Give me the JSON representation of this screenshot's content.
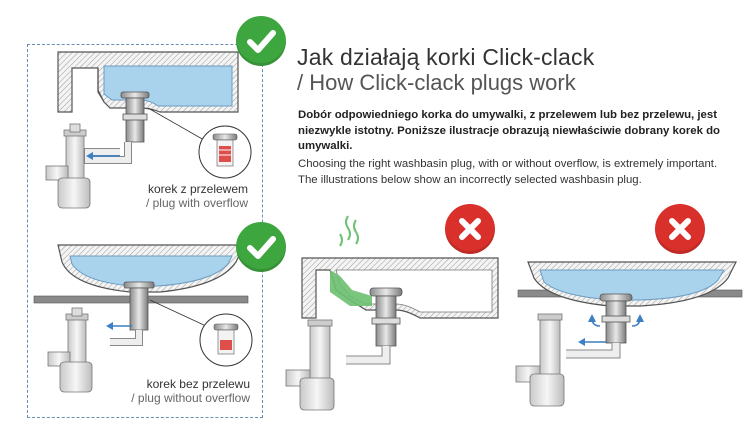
{
  "header": {
    "title_pl": "Jak działają korki Click-clack",
    "title_en": "/ How Click-clack plugs work"
  },
  "intro": {
    "bold_pl": "Dobór odpowiedniego korka do umywalki, z przelewem lub bez przelewu, jest niezwykle istotny. Poniższe ilustracje obrazują niewłaściwie dobrany korek do umywalki.",
    "text_en": "Choosing the right washbasin plug, with or without overflow, is extremely important. The illustrations below show an incorrectly selected washbasin plug."
  },
  "examples": {
    "with_overflow": {
      "label_pl": "korek z przelewem",
      "label_en": "/ plug with overflow",
      "status": "correct"
    },
    "without_overflow": {
      "label_pl": "korek bez przelewu",
      "label_en": "/ plug without overflow",
      "status": "correct"
    },
    "wrong_1": {
      "status": "incorrect"
    },
    "wrong_2": {
      "status": "incorrect"
    }
  },
  "colors": {
    "correct": "#3ea63f",
    "incorrect": "#d9302b",
    "water": "#a9d2ec",
    "overflow_green": "#6cc071"
  },
  "icons": {
    "correct": "check-icon",
    "incorrect": "cross-icon"
  }
}
